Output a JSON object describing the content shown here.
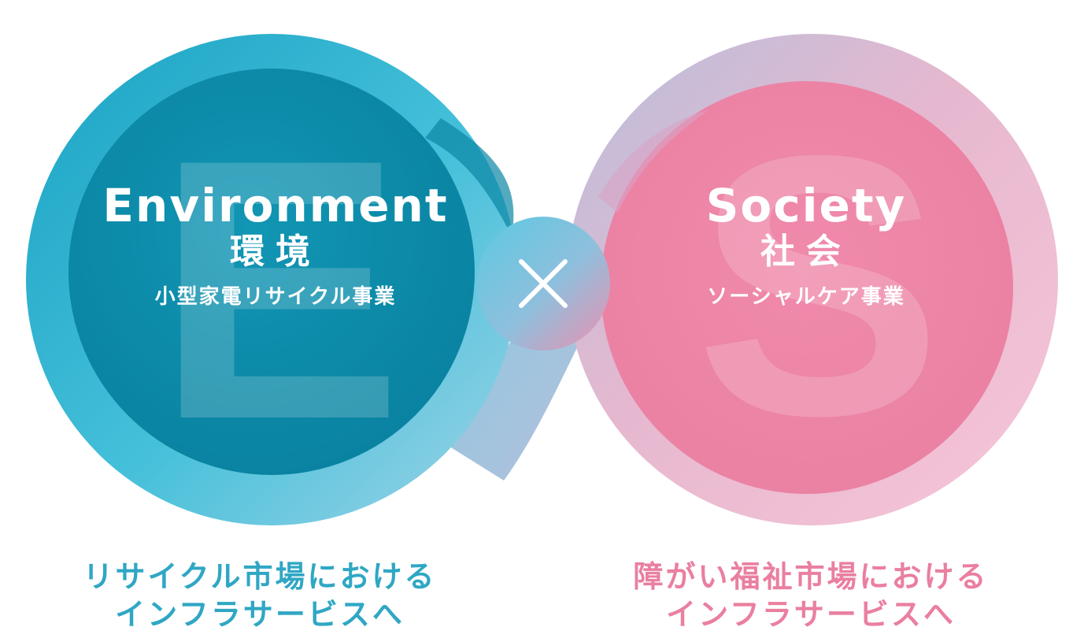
{
  "environment": {
    "letter": "E",
    "title_en": "Environment",
    "title_ja": "環境",
    "business": "小型家電リサイクル事業",
    "caption_line1": "リサイクル市場における",
    "caption_line2": "インフラサービスへ",
    "colors": {
      "ring": "#4bbfd8",
      "inner": "#0b8fae",
      "caption": "#2fa7c4"
    }
  },
  "cross": {
    "symbol": "×",
    "icon": "multiply-icon"
  },
  "society": {
    "letter": "S",
    "title_en": "Society",
    "title_ja": "社会",
    "business": "ソーシャルケア事業",
    "caption_line1": "障がい福祉市場における",
    "caption_line2": "インフラサービスへ",
    "colors": {
      "ring": "#f3a9c4",
      "inner": "#ee87a6",
      "caption": "#ea7fa0"
    }
  }
}
